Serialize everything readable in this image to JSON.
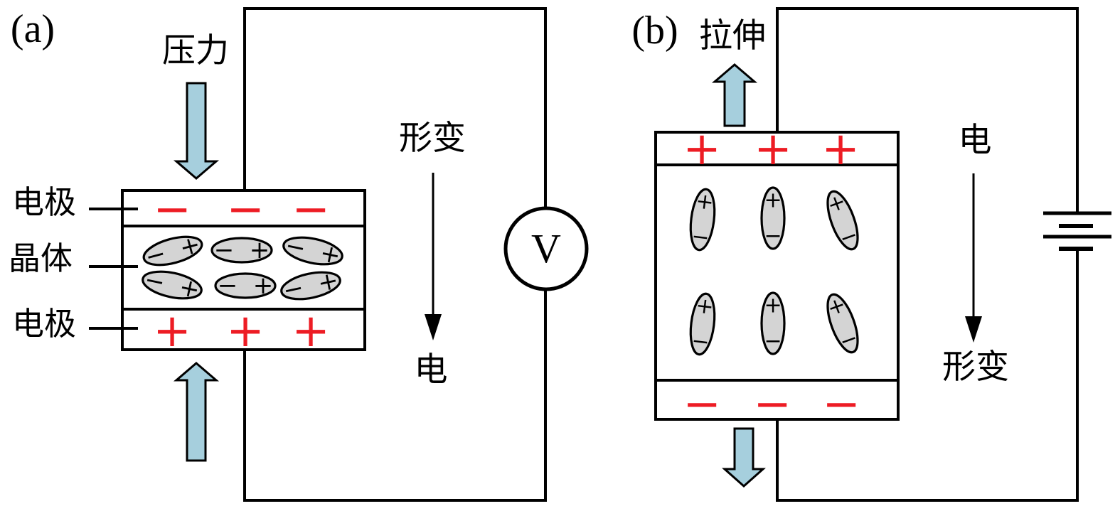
{
  "figure": {
    "description_visible_text_only": true,
    "background_color": "#ffffff",
    "line_color": "#000000"
  },
  "colors": {
    "charge_red": "#ed1c24",
    "force_arrow_blue": "#a6cfdd",
    "dipole_fill_gray": "#d4d4d4"
  },
  "icons": {
    "voltmeter": "circle-with-V",
    "battery": "two-cell-long-short-plates",
    "force_arrow": "thick-blue-block-arrow",
    "flow_arrow": "thin-black-arrow"
  },
  "panel_a": {
    "label": "(a)",
    "force_label": "压力",
    "electrode_top_label": "电极",
    "crystal_label": "晶体",
    "electrode_bottom_label": "电极",
    "electrode_top_charges": [
      "−",
      "−",
      "−"
    ],
    "electrode_bottom_charges": [
      "+",
      "+",
      "+"
    ],
    "dipole_minus": "−",
    "dipole_plus": "+",
    "meter_label": "V",
    "result_flow": {
      "from_label": "形变",
      "to_label": "电"
    }
  },
  "panel_b": {
    "label": "(b)",
    "force_label": "拉伸",
    "electrode_top_charges": [
      "+",
      "+",
      "+"
    ],
    "electrode_bottom_charges": [
      "−",
      "−",
      "−"
    ],
    "dipole_minus": "−",
    "dipole_plus": "+",
    "result_flow": {
      "from_label": "电",
      "to_label": "形变"
    }
  }
}
